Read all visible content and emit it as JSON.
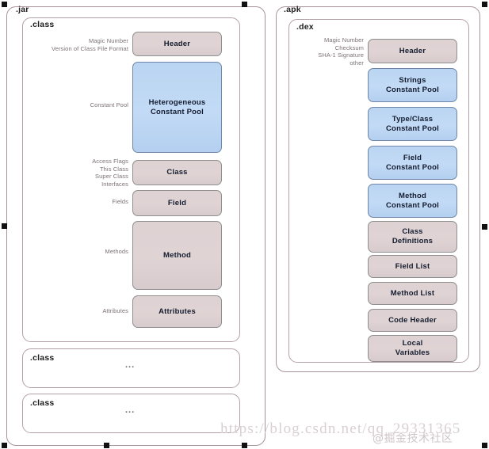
{
  "diagram": {
    "title_left": ".jar",
    "title_right": ".apk",
    "ellipsis": "..."
  },
  "jar_panel": {
    "label": ".jar",
    "class_panel": {
      "label": ".class",
      "side_labels": [
        "Magic Number\nVersion of Class File Format",
        "Constant Pool",
        "Access Flags\nThis Class\nSuper Class\nInterfaces",
        "Fields",
        "Methods",
        "Attributes"
      ],
      "boxes": [
        {
          "label": "Header",
          "color": "tan"
        },
        {
          "label": "Heterogeneous\nConstant Pool",
          "color": "blue"
        },
        {
          "label": "Class",
          "color": "tan"
        },
        {
          "label": "Field",
          "color": "tan"
        },
        {
          "label": "Method",
          "color": "tan"
        },
        {
          "label": "Attributes",
          "color": "tan"
        }
      ]
    },
    "extra_class_panels": [
      {
        "label": ".class",
        "content": "..."
      },
      {
        "label": ".class",
        "content": "..."
      }
    ]
  },
  "apk_panel": {
    "label": ".apk",
    "dex_panel": {
      "label": ".dex",
      "side_labels": [
        "Magic Number\nChecksum\nSHA-1 Signature\nother"
      ],
      "boxes": [
        {
          "label": "Header",
          "color": "tan"
        },
        {
          "label": "Strings\nConstant Pool",
          "color": "blue"
        },
        {
          "label": "Type/Class\nConstant Pool",
          "color": "blue"
        },
        {
          "label": "Field\nConstant Pool",
          "color": "blue"
        },
        {
          "label": "Method\nConstant Pool",
          "color": "blue"
        },
        {
          "label": "Class\nDefinitions",
          "color": "tan"
        },
        {
          "label": "Field List",
          "color": "tan"
        },
        {
          "label": "Method List",
          "color": "tan"
        },
        {
          "label": "Code Header",
          "color": "tan"
        },
        {
          "label": "Local\nVariables",
          "color": "tan"
        }
      ]
    }
  },
  "watermark": {
    "url": "https://blog.csdn.net/qq_29331365",
    "community": "@掘金技术社区"
  },
  "colors": {
    "tan_fill": "#ded2d3",
    "blue_fill": "#bad5f2",
    "panel_border": "#a9939b",
    "box_border": "#8e8e8e",
    "blue_border": "#6f86a8",
    "label_text": "#7b7175",
    "box_text": "#131b2e"
  }
}
